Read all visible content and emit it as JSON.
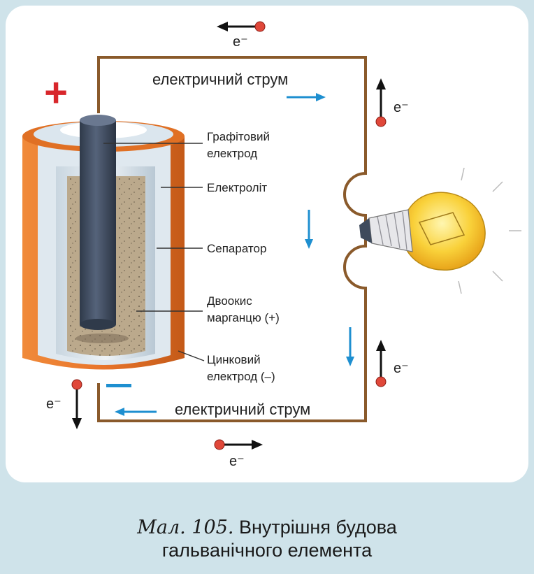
{
  "labels": {
    "current_top": "електричний струм",
    "current_bottom": "електричний струм",
    "graphite_line1": "Графітовий",
    "graphite_line2": "електрод",
    "electrolyte": "Електроліт",
    "separator": "Сепаратор",
    "mno2_line1": "Двоокис",
    "mno2_line2": "марганцю (+)",
    "zinc_line1": "Цинковий",
    "zinc_line2": "електрод (–)",
    "plus": "+",
    "electron": "e⁻"
  },
  "caption": {
    "figure": "Мал. 105.",
    "line1": "Внутрішня будова",
    "line2": "гальванічного елемента"
  },
  "colors": {
    "wire": "#8a5a2b",
    "arrow_blue": "#1e8fd0",
    "plus_red": "#d8262b",
    "zinc_orange": "#e8742a",
    "graphite": "#3e4a5c",
    "mno2": "#b8a78c",
    "bulb": "#f6c12a",
    "panel": "#ffffff",
    "caption_bg": "#d9e8ee"
  }
}
